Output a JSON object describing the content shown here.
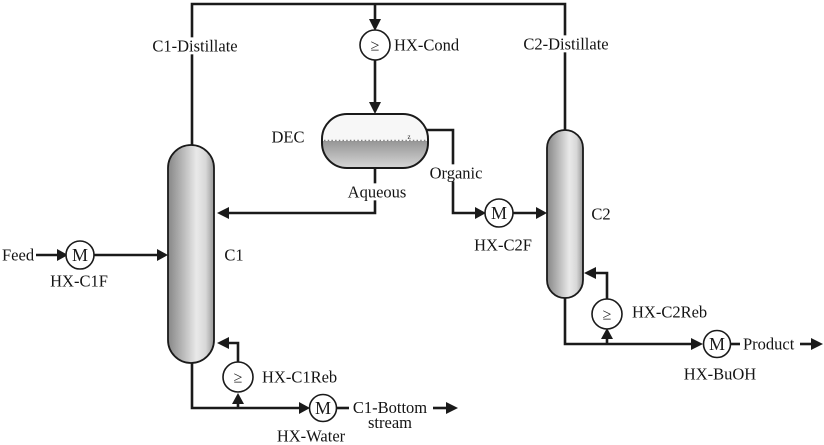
{
  "diagram_type": "process-flow-diagram",
  "colors": {
    "line": "#1a1a1a",
    "background": "#ffffff",
    "column_shade_dark": "#878787",
    "column_shade_light": "#e9e9e9",
    "decanter_top_phase": "#f7f7f7",
    "decanter_bottom_phase_dark": "#969696",
    "decanter_bottom_phase_light": "#d6d6d6",
    "interface_line": "#808080"
  },
  "symbols": {
    "hx_m": "M",
    "hx_coil": "≥",
    "dec_level_mark": "z"
  },
  "labels": {
    "c1_distillate": "C1-Distillate",
    "c2_distillate": "C2-Distillate",
    "hx_cond": "HX-Cond",
    "dec": "DEC",
    "organic": "Organic",
    "aqueous": "Aqueous",
    "feed": "Feed",
    "hx_c1f": "HX-C1F",
    "c1": "C1",
    "c2": "C2",
    "hx_c2f": "HX-C2F",
    "hx_c1reb": "HX-C1Reb",
    "hx_water": "HX-Water",
    "c1_bottom_line1": "C1-Bottom",
    "c1_bottom_line2": "stream",
    "hx_c2reb": "HX-C2Reb",
    "hx_buoh": "HX-BuOH",
    "product": "Product"
  }
}
